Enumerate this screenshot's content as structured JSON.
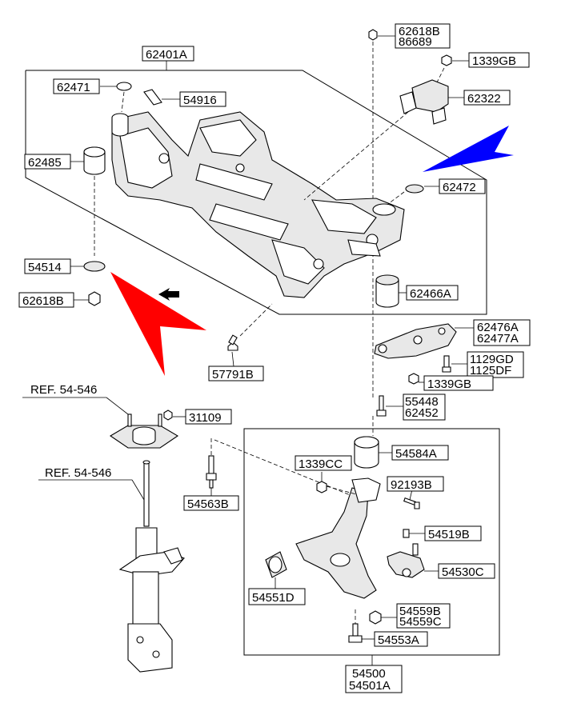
{
  "diagram": {
    "labels": {
      "l62401A": "62401A",
      "l62471": "62471",
      "l54916": "54916",
      "l62485": "62485",
      "l54514": "54514",
      "l62618B_left": "62618B",
      "l62618B_top": "62618B",
      "l86689": "86689",
      "l1339GB_top": "1339GB",
      "l62322": "62322",
      "l62472": "62472",
      "l62466A": "62466A",
      "l62476A": "62476A",
      "l62477A": "62477A",
      "l1129GD": "1129GD",
      "l1125DF": "1125DF",
      "l1339GB_mid": "1339GB",
      "l55448": "55448",
      "l62452": "62452",
      "l57791B": "57791B",
      "l31109": "31109",
      "l54563B": "54563B",
      "l1339CC": "1339CC",
      "l54584A": "54584A",
      "l92193B": "92193B",
      "l54519B": "54519B",
      "l54530C": "54530C",
      "l54551D": "54551D",
      "l54559B": "54559B",
      "l54559C": "54559C",
      "l54553A": "54553A",
      "l54500": "54500",
      "l54501A": "54501A"
    },
    "refs": {
      "ref_upper": "REF. 54-546",
      "ref_lower": "REF. 54-546"
    },
    "colors": {
      "arrow_red": "#ff0000",
      "arrow_blue": "#0000ff",
      "line": "#000000"
    }
  }
}
